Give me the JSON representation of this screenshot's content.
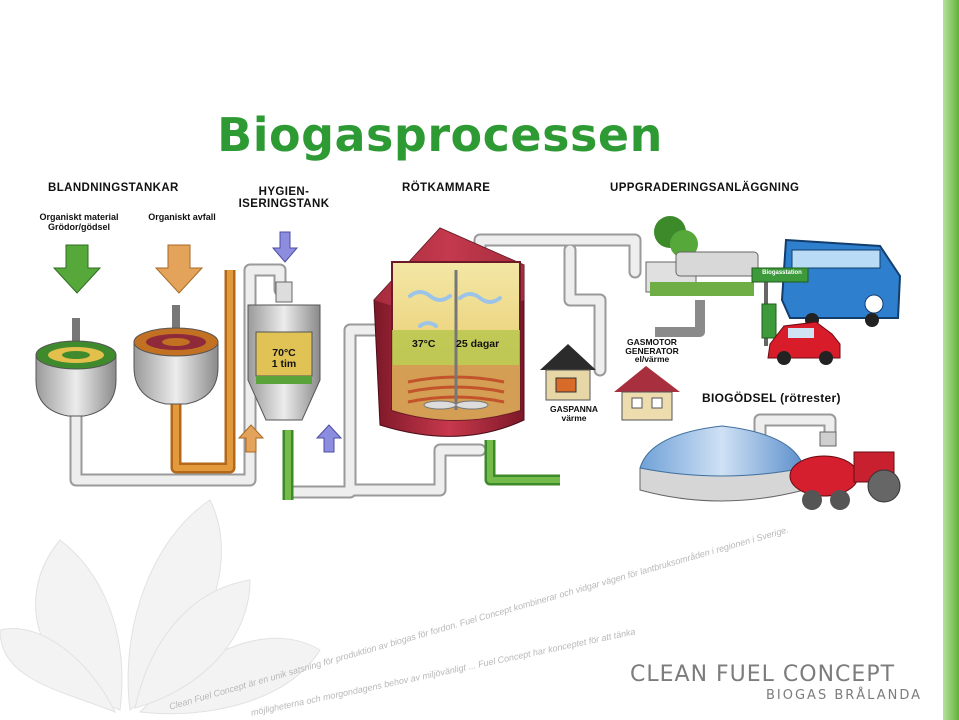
{
  "title": "Biogasprocessen",
  "sections": {
    "mixing": "BLANDNINGSTANKAR",
    "hygien_line1": "HYGIEN-",
    "hygien_line2": "ISERINGSTANK",
    "digester": "RÖTKAMMARE",
    "upgrade": "UPPGRADERINGSANLÄGGNING"
  },
  "inputs": {
    "organic_material": "Organiskt material",
    "crops_manure": "Grödor/gödsel",
    "organic_waste": "Organiskt avfall"
  },
  "hygien_tank": {
    "temp": "70°C",
    "time": "1 tim"
  },
  "digester_tank": {
    "temp": "37°C",
    "time": "25 dagar"
  },
  "gas_engine": {
    "line1": "GASMOTOR",
    "line2": "GENERATOR",
    "line3": "el/värme"
  },
  "gas_boiler": {
    "line1": "GASPANNA",
    "line2": "värme"
  },
  "fertilizer": "BIOGÖDSEL (rötrester)",
  "station_sign": "Biogasstation",
  "brand": {
    "name": "CLEAN FUEL CONCEPT",
    "sub": "BIOGAS BRÅLANDA"
  },
  "slogan_lines": [
    "Clean Fuel Concept är en unik satsning för produktion av biogas för fordon. Fuel Concept kombinerar och vidgar vägen för lantbruksområden i regionen i Sverige.",
    "möjligheterna och morgondagens behov av miljövänligt ... Fuel Concept har konceptet för att tänka"
  ],
  "colors": {
    "title": "#2e9a34",
    "pipe": "#e6e6e6",
    "pipe_green": "#5fa53a",
    "pipe_brown": "#c77a1c",
    "digester": "#a8283a"
  }
}
